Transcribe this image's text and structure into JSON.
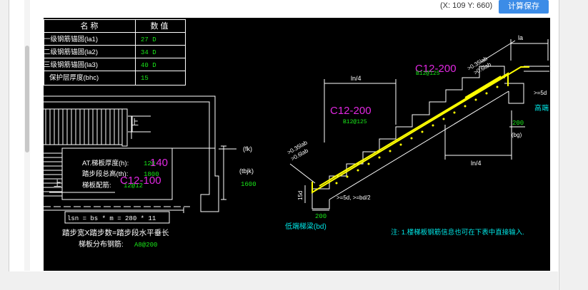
{
  "header": {
    "coords_text": "(X: 109 Y: 660)",
    "calc_save_button": "计算保存"
  },
  "param_table": {
    "col_name": "名 称",
    "col_value": "数 值",
    "rows": [
      {
        "name": "一级钢筋锚固(la1)",
        "value": "27 D"
      },
      {
        "name": "二级钢筋锚固(la2)",
        "value": "34 D"
      },
      {
        "name": "三级钢筋锚固(la3)",
        "value": "40 D"
      },
      {
        "name": "保护层厚度(bhc)",
        "value": "15"
      }
    ]
  },
  "plan": {
    "thickness_label": "AT.梯板厚度(h):",
    "thickness_value": "120",
    "thickness_overlay": "140",
    "height_label": "踏步段总高(th):",
    "height_value": "1800",
    "rebar_label": "梯板配筋:",
    "rebar_value": "12@12",
    "rebar_overlay": "C12-100",
    "fk": "(fk)",
    "tbjk": "(tbjk)",
    "tbjk_value": "1600",
    "lsn_formula": "lsn = bs * m = 280 * 11",
    "step_caption": "踏步宽X踏步数=踏步段水平垂长",
    "dist_label": "梯板分布钢筋:",
    "dist_value": "A8@200",
    "up_mark": "上"
  },
  "section": {
    "top_overlay": "C12-200",
    "top_rebar": "B12@125",
    "top_rebar2": "B12@125",
    "mid_overlay": "C12-200",
    "ln4_left": "ln/4",
    "ln4_right": "ln/4",
    "la": "la",
    "anchor_a": ">0.35lab",
    "anchor_b": ">0.6lab",
    "anchor_c": ">0.35lab",
    "anchor_d": ">0.6lab",
    "five_d_right": ">=5d",
    "high_beam": "高端",
    "dim_200_right": "200",
    "bg": "(bg)",
    "fifteen_d": "15d",
    "five_d_bottom": ">=5d, >=bd/2",
    "dim_200_bottom": "200",
    "low_beam": "低端梯梁(bd)",
    "note": "注: 1.楼梯板钢筋信息也可在下表中直接输入."
  },
  "colors": {
    "table_value": "#19e619",
    "magenta": "#e028e0",
    "yellow": "#ffff00",
    "cyan": "#00e6e6",
    "drawing_bg": "#000000",
    "button": "#3c8ce7"
  }
}
